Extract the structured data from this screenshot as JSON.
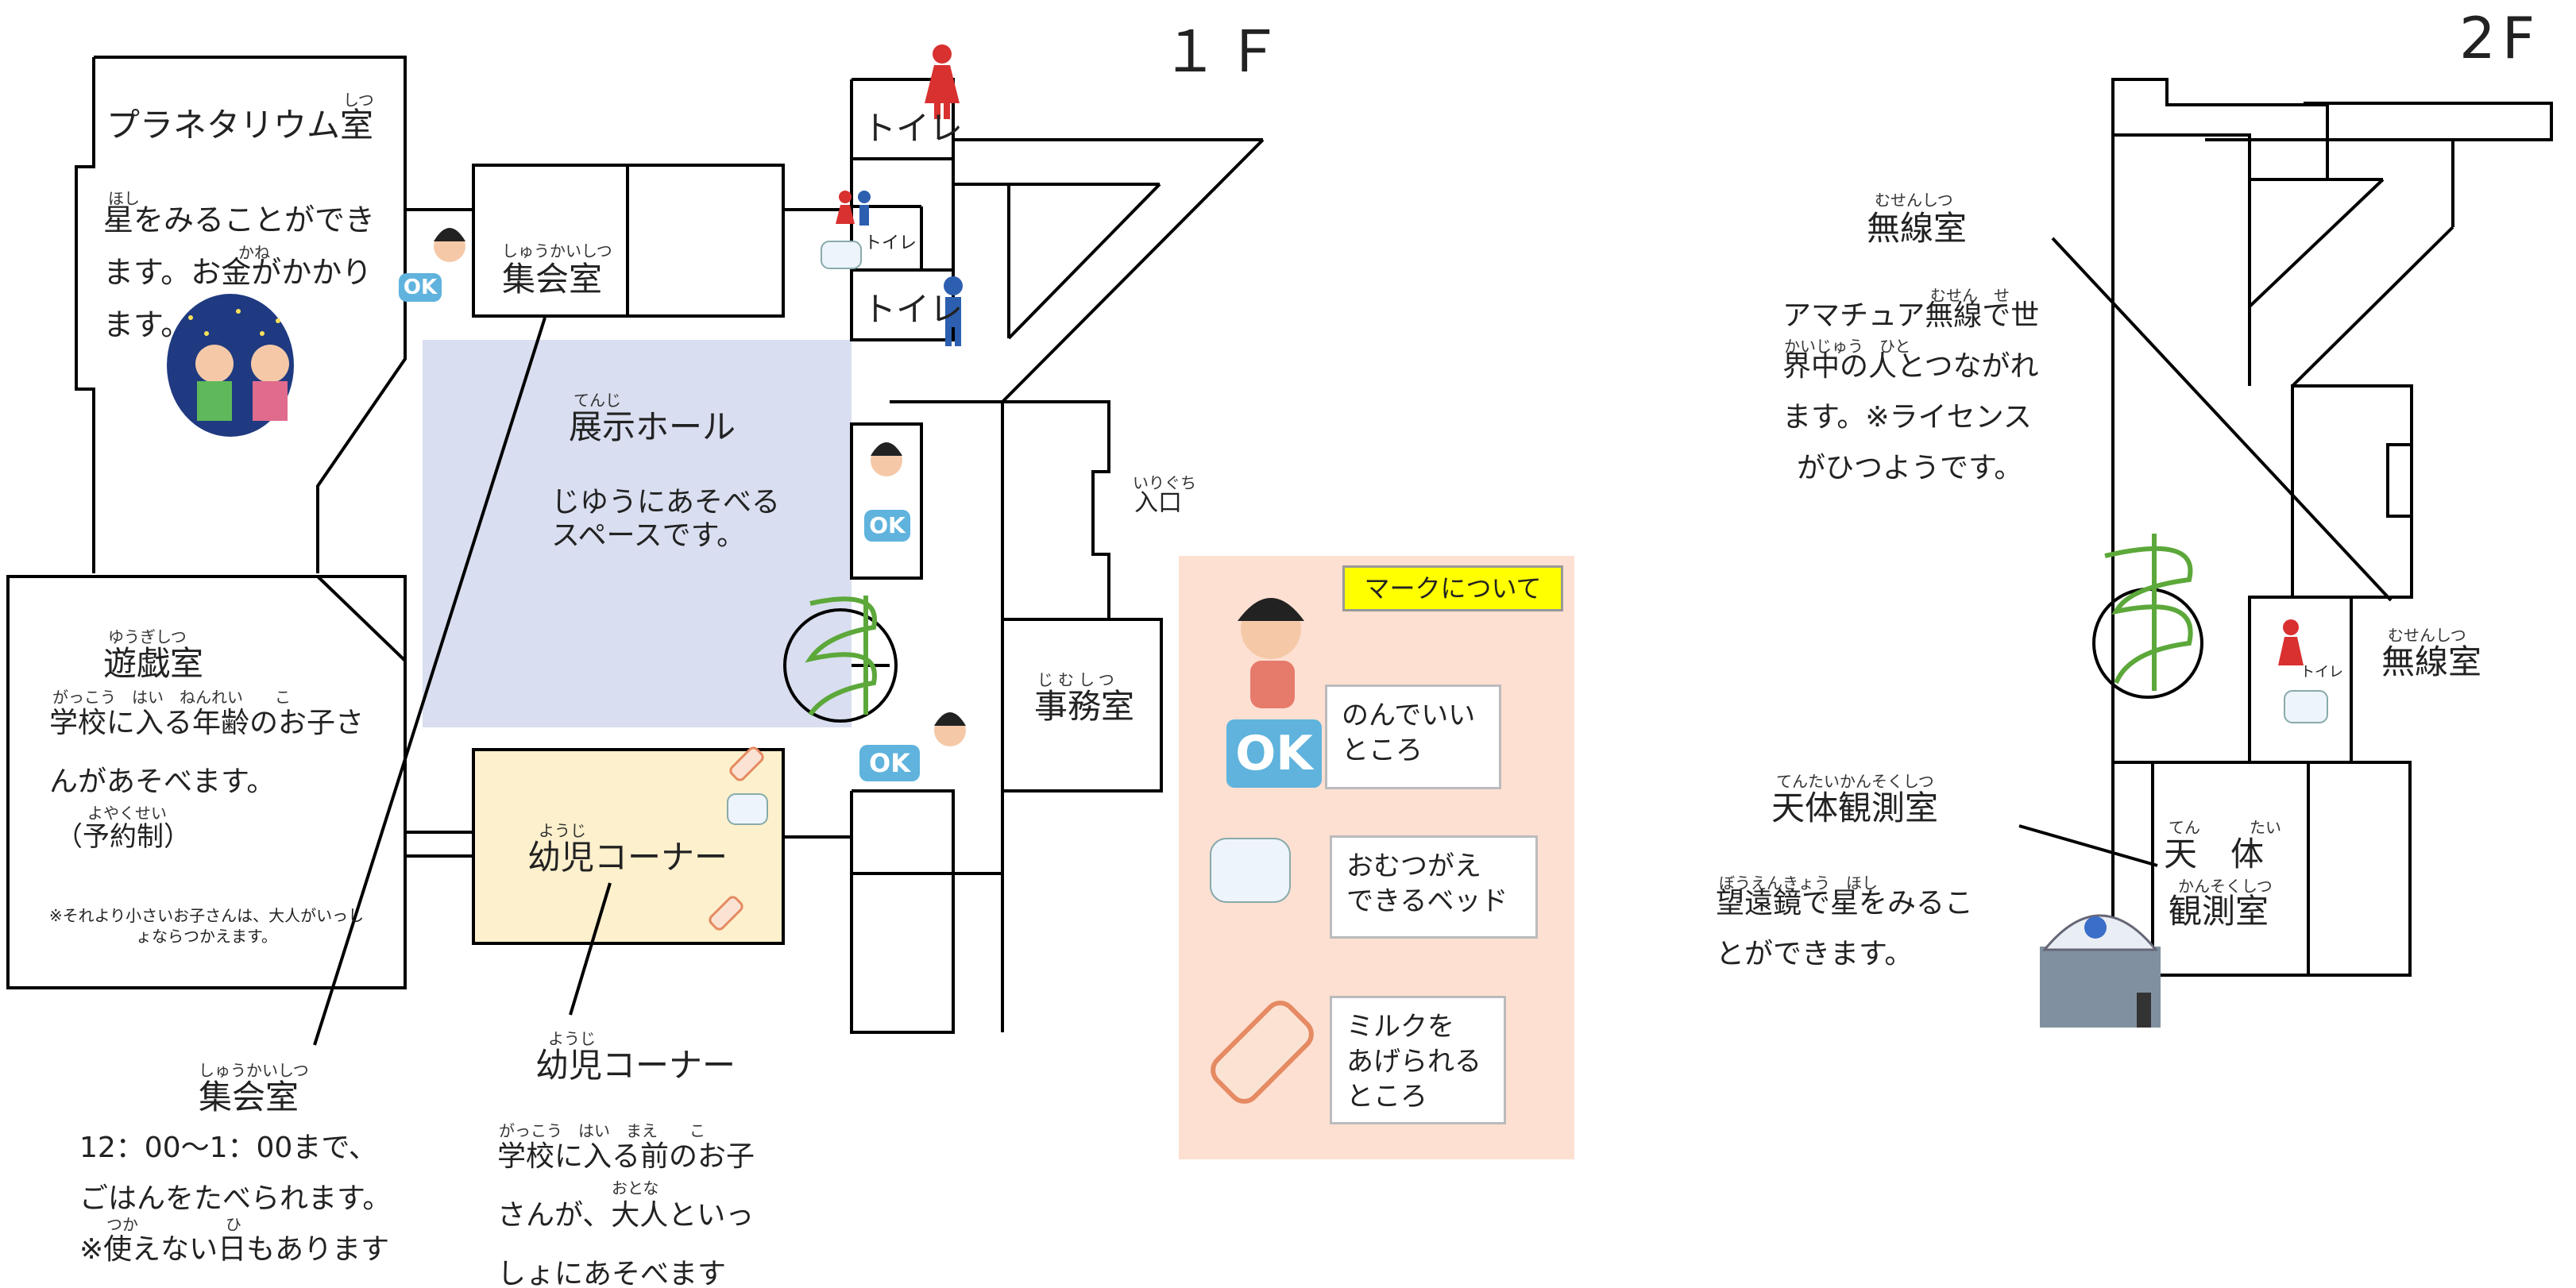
{
  "floors": {
    "first": "１Ｆ",
    "second": "2F"
  },
  "rooms": {
    "planetarium": {
      "title": "プラネタリウム室",
      "ruby": "しつ",
      "ruby_hoshi": "ほし",
      "ruby_kane": "かね",
      "desc": "星をみることができます。お金がかかります。",
      "desc_lines": [
        "星をみることができ",
        "ます。お金がかかり",
        "ます。"
      ]
    },
    "meeting_room": {
      "title": "集会室",
      "ruby": "しゅうかいしつ"
    },
    "toilet_top": {
      "title": "トイレ"
    },
    "toilet_mid": {
      "title": "トイレ"
    },
    "toilet_bottom": {
      "title": "トイレ"
    },
    "exhibition_hall": {
      "title": "展示ホール",
      "ruby": "てんじ",
      "desc_lines": [
        "じゆうにあそべる",
        "スペースです。"
      ]
    },
    "play_room": {
      "title": "遊戯室",
      "ruby": "ゆうぎしつ",
      "ruby_line": "がっこう　はい　ねんれい　　こ",
      "desc_lines": [
        "学校に入る年齢のお子さ",
        "んがあそべます。",
        "（予約制）"
      ],
      "ruby_yoyaku": "よやくせい",
      "note": "※それより小さいお子さんは、大人がいっしょならつかえます。"
    },
    "infant_corner": {
      "title": "幼児コーナー",
      "ruby": "ようじ"
    },
    "office": {
      "title": "事務室",
      "ruby": "じむしつ"
    },
    "entrance": {
      "title": "入口",
      "ruby": "いりぐち"
    }
  },
  "callouts_1f": {
    "meeting": {
      "ruby": "しゅうかいしつ",
      "title": "集会室",
      "lines": [
        "12：00〜1：00まで、",
        "ごはんをたべられます。",
        "※使えない日もあります"
      ],
      "ruby_tsuka": "つか",
      "ruby_hi": "ひ"
    },
    "infant": {
      "ruby": "ようじ",
      "title": "幼児コーナー",
      "ruby_line": "がっこう　はい　まえ　　こ",
      "lines": [
        "学校に入る前のお子",
        "さんが、大人といっ",
        "しょにあそべます"
      ],
      "ruby_otona": "おとな"
    }
  },
  "legend": {
    "title": "マークについて",
    "items": [
      {
        "icon": "ok-drinking-icon",
        "label": "のんでいいところ",
        "lines": [
          "のんでいい",
          "ところ"
        ]
      },
      {
        "icon": "diaper-icon",
        "label": "おむつがえできるベッド",
        "lines": [
          "おむつがえ",
          "できるベッド"
        ]
      },
      {
        "icon": "milk-bottle-icon",
        "label": "ミルクをあげられるところ",
        "lines": [
          "ミルクを",
          "あげられる",
          "ところ"
        ]
      }
    ]
  },
  "ok_badge": "OK",
  "second_floor": {
    "radio_room_callout": {
      "ruby": "むせんしつ",
      "title": "無線室",
      "ruby_line1": "むせん　せ",
      "ruby_line2": "かいじゅう　ひと",
      "lines": [
        "アマチュア無線で世",
        "界中の人とつながれ",
        "ます。※ライセンス",
        "がひつようです。"
      ]
    },
    "radio_room": {
      "ruby": "むせんしつ",
      "title": "無線室"
    },
    "toilet": {
      "title": "トイレ"
    },
    "observatory_callout": {
      "ruby": "てんたいかんそくしつ",
      "title": "天体観測室",
      "ruby_line": "ぼうえんきょう　ほし",
      "lines": [
        "望遠鏡で星をみるこ",
        "とができます。"
      ]
    },
    "observatory": {
      "ruby_ten": "てん",
      "ruby_tai": "たい",
      "title_top": "天　体",
      "ruby_kansoku": "かんそくしつ",
      "title_bottom": "観測室"
    }
  },
  "colors": {
    "exhibition_fill": "#d9def0",
    "infant_fill": "#fdf0cc",
    "legend_fill": "#fde0d2",
    "legend_title_fill": "#ffff00",
    "wall": "#000000",
    "stair_green": "#5ca83a",
    "toilet_red": "#d93030",
    "toilet_blue": "#2d5fb0",
    "ok_blue": "#5fb3dd"
  }
}
